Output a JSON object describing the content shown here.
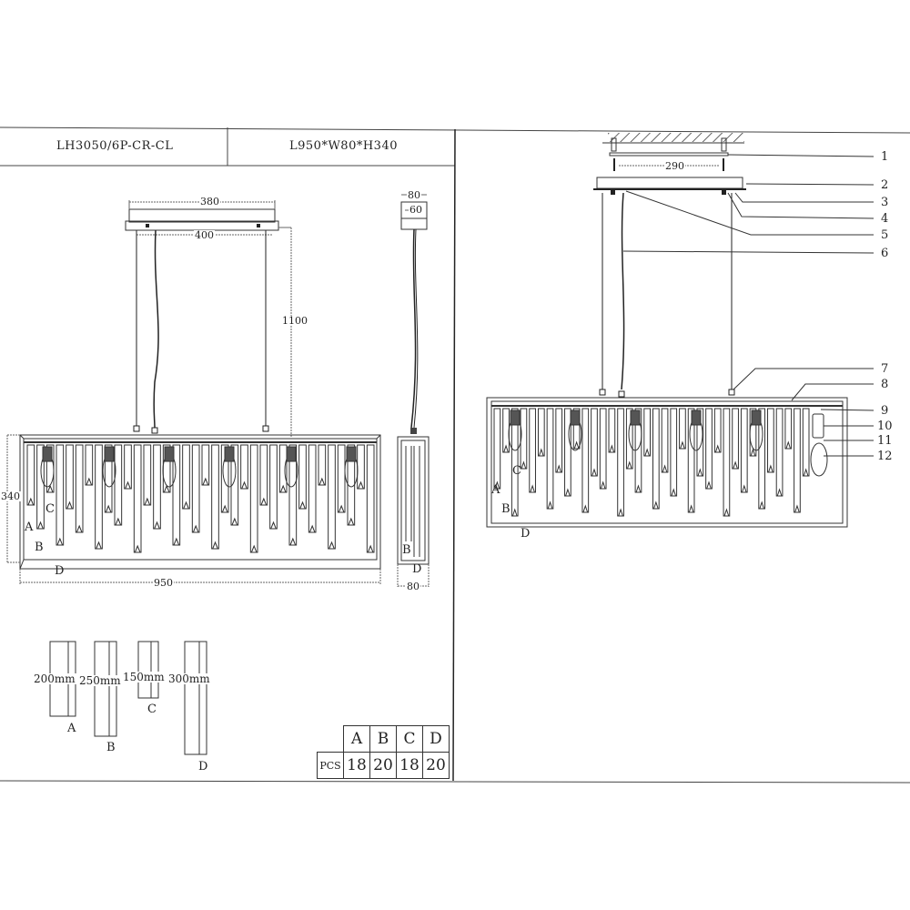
{
  "header": {
    "model": "LH3050/6P-CR-CL",
    "dimensions": "L950*W80*H340"
  },
  "front_view": {
    "canopy_width": "380",
    "mount_span": "400",
    "drop_height": "1100",
    "fixture_height": "340",
    "fixture_length": "950",
    "crystal_labels": [
      "A",
      "B",
      "C",
      "D"
    ]
  },
  "side_view": {
    "canopy_outer": "80",
    "canopy_inner": "60",
    "fixture_width": "80",
    "crystal_labels": [
      "B",
      "D"
    ]
  },
  "crystals": [
    {
      "label": "A",
      "length": "200mm"
    },
    {
      "label": "B",
      "length": "250mm"
    },
    {
      "label": "C",
      "length": "150mm"
    },
    {
      "label": "D",
      "length": "300mm"
    }
  ],
  "pcs_table": {
    "row_label": "PCS",
    "headers": [
      "A",
      "B",
      "C",
      "D"
    ],
    "values": [
      "18",
      "20",
      "18",
      "20"
    ]
  },
  "install_view": {
    "mount_spacing": "290",
    "callouts": [
      "1",
      "2",
      "3",
      "4",
      "5",
      "6",
      "7",
      "8",
      "9",
      "10",
      "11",
      "12"
    ],
    "crystal_labels": [
      "A",
      "B",
      "C",
      "D"
    ]
  }
}
